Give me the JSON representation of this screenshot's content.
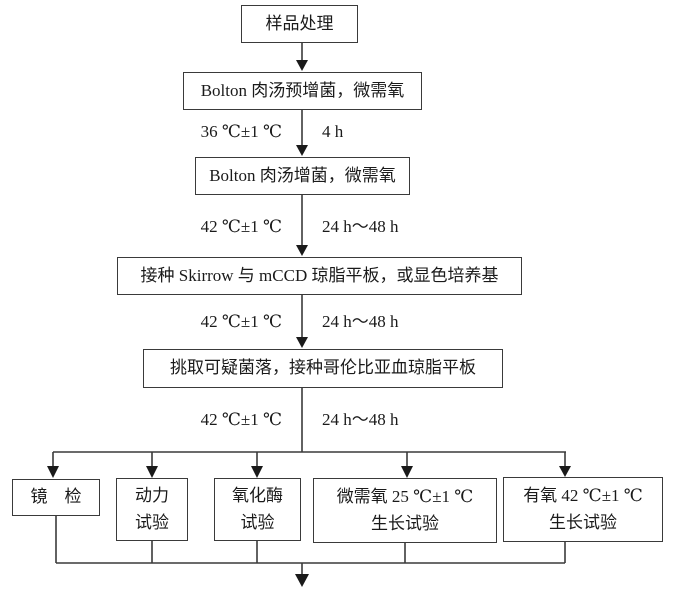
{
  "diagram": {
    "title": "",
    "nodes": [
      {
        "id": "sample-processing",
        "label": "样品处理"
      },
      {
        "id": "bolton-pre-enrich",
        "label": "Bolton 肉汤预增菌，微需氧"
      },
      {
        "id": "bolton-enrich",
        "label": "Bolton 肉汤增菌，微需氧"
      },
      {
        "id": "plate-inoculation",
        "label": "接种 Skirrow 与 mCCD 琼脂平板，或显色培养基"
      },
      {
        "id": "pick-colonies",
        "label": "挑取可疑菌落，接种哥伦比亚血琼脂平板"
      },
      {
        "id": "microscopy",
        "label": "镜　检"
      },
      {
        "id": "motility-test",
        "label": "动力\n试验"
      },
      {
        "id": "oxidase-test",
        "label": "氧化酶\n试验"
      },
      {
        "id": "microaerobic-growth",
        "label": "微需氧 25 ℃±1 ℃\n生长试验"
      },
      {
        "id": "aerobic-growth",
        "label": "有氧 42 ℃±1 ℃\n生长试验"
      }
    ],
    "edge_labels": [
      {
        "left": "36 ℃±1 ℃",
        "right": "4 h"
      },
      {
        "left": "42 ℃±1 ℃",
        "right": "24 h～48 h"
      },
      {
        "left": "42 ℃±1 ℃",
        "right": "24 h～48 h"
      },
      {
        "left": "42 ℃±1 ℃",
        "right": "24 h～48 h"
      }
    ],
    "colors": {
      "line": "#3a3a3a",
      "box_border": "#3a3a3a",
      "text": "#1a1a1a",
      "background": "#ffffff"
    }
  }
}
